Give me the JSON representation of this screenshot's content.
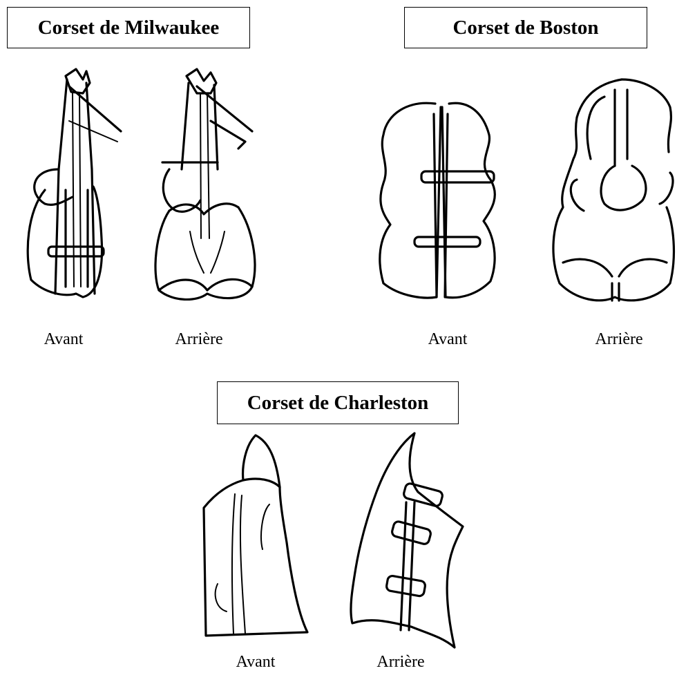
{
  "sections": {
    "milwaukee": {
      "title": "Corset de Milwaukee",
      "front_label": "Avant",
      "back_label": "Arrière"
    },
    "boston": {
      "title": "Corset de Boston",
      "front_label": "Avant",
      "back_label": "Arrière"
    },
    "charleston": {
      "title": "Corset de Charleston",
      "front_label": "Avant",
      "back_label": "Arrière"
    }
  }
}
